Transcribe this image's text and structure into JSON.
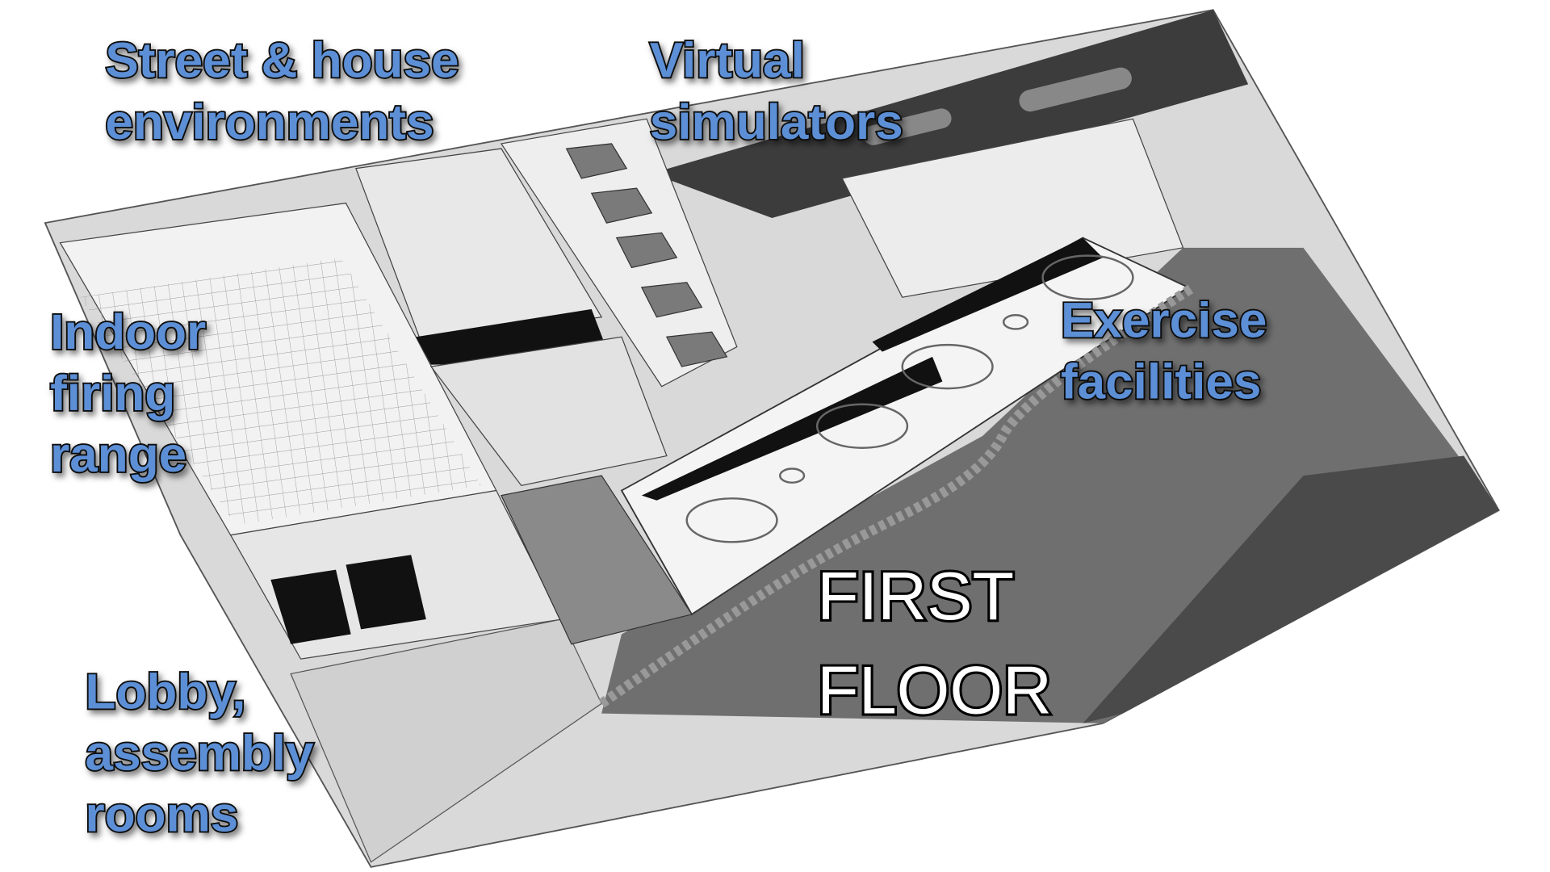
{
  "labels": {
    "street_house": [
      "Street & house",
      "environments"
    ],
    "virtual_simulators": [
      "Virtual",
      "simulators"
    ],
    "indoor_firing_range": [
      "Indoor",
      "firing",
      "range"
    ],
    "exercise_facilities": [
      "Exercise",
      "facilities"
    ],
    "lobby_assembly": [
      "Lobby,",
      "assembly",
      "rooms"
    ]
  },
  "floor_title": [
    "FIRST",
    "FLOOR"
  ],
  "colors": {
    "label_fill": "#5b8fd6",
    "label_outline": "#000000",
    "ground": "#6f6f6f",
    "road": "#3c3c3c"
  }
}
